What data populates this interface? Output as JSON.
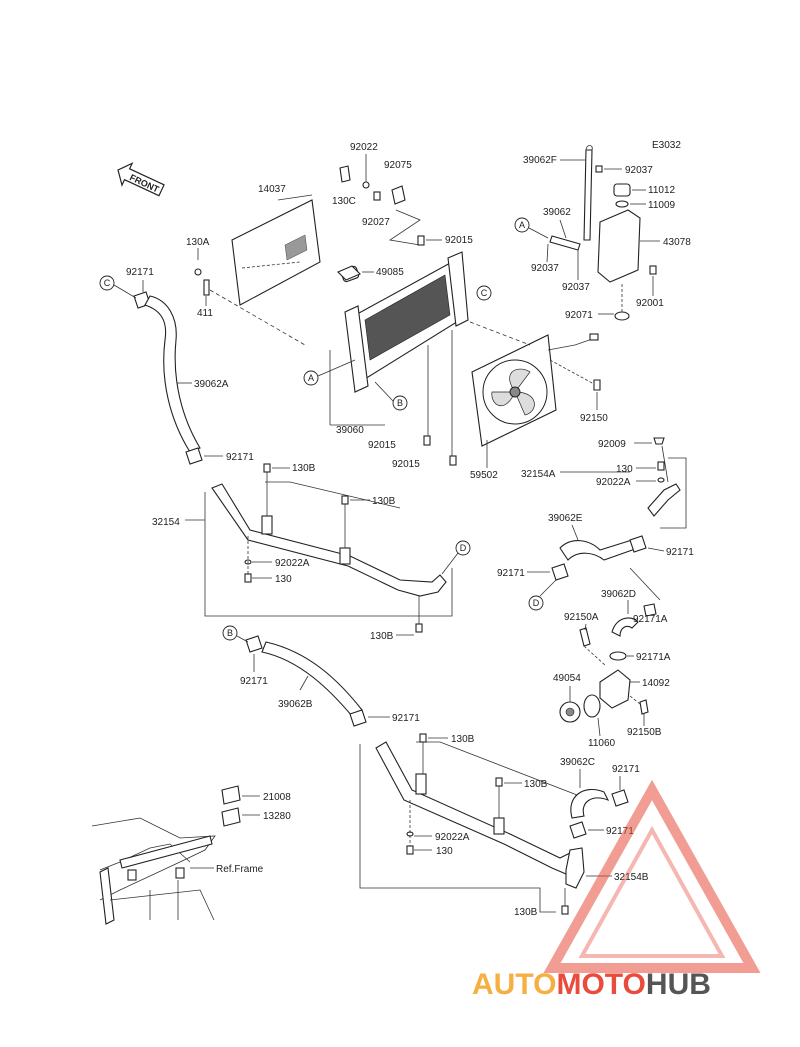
{
  "diagram": {
    "code": "E3032",
    "front_label": "FRONT",
    "frame_ref": "Ref.Frame",
    "parts": {
      "p14037": "14037",
      "p130A": "130A",
      "p411": "411",
      "p92171_c": "92171",
      "p39062A": "39062A",
      "p92022_top": "92022",
      "p92075": "92075",
      "p130C": "130C",
      "p92027": "92027",
      "p92015_a": "92015",
      "p49085": "49085",
      "p39060": "39060",
      "p92015_b": "92015",
      "p92015_c": "92015",
      "p59502": "59502",
      "p39062F": "39062F",
      "p92037_a": "92037",
      "p11012": "11012",
      "p11009": "11009",
      "p39062": "39062",
      "p43078": "43078",
      "p92037_b": "92037",
      "p92037_c": "92037",
      "p92001": "92001",
      "p92071": "92071",
      "p92150": "92150",
      "p92171_mid": "92171",
      "p130B_1": "130B",
      "p130B_2": "130B",
      "p32154": "32154",
      "p92022A_1": "92022A",
      "p130_1": "130",
      "p130B_3": "130B",
      "p92009": "92009",
      "p32154A": "32154A",
      "p130_2": "130",
      "p92022A_2": "92022A",
      "p39062E": "39062E",
      "p92171_e": "92171",
      "p92171_d": "92171",
      "p39062D": "39062D",
      "p92150A": "92150A",
      "p92171A_1": "92171A",
      "p92171A_2": "92171A",
      "p49054": "49054",
      "p14092": "14092",
      "p11060": "11060",
      "p92150B": "92150B",
      "p92171_b": "92171",
      "p39062B": "39062B",
      "p92171_b2": "92171",
      "p130B_4": "130B",
      "p130B_5": "130B",
      "p39062C": "39062C",
      "p92171_c2": "92171",
      "p92171_c3": "92171",
      "p92022A_3": "92022A",
      "p130_3": "130",
      "p32154B": "32154B",
      "p130B_6": "130B",
      "p21008": "21008",
      "p13280": "13280"
    },
    "callouts": {
      "A": "A",
      "B": "B",
      "C": "C",
      "D": "D"
    }
  },
  "watermark": {
    "brand_a": "AUTO",
    "brand_b": "MOTO",
    "brand_c": "HUB",
    "color_a": "#f5b041",
    "color_b": "#e74c3c",
    "color_c": "#555555",
    "triangle_color": "#e74c3c"
  }
}
